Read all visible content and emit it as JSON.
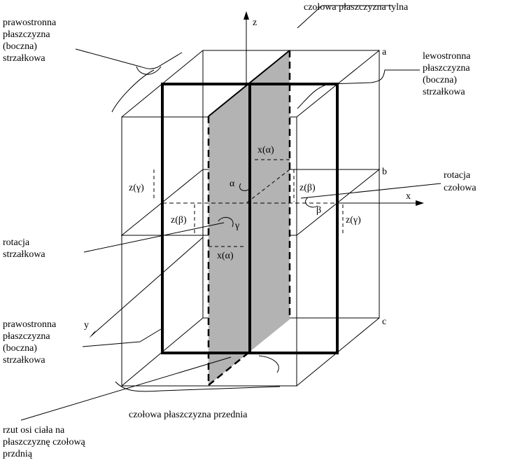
{
  "labels": {
    "frontal_back": "czołowa płaszczyzna tylna",
    "right_sagittal_top": [
      "prawostronna",
      "płaszczyzna",
      "(boczna)",
      "strzałkowa"
    ],
    "left_sagittal": [
      "lewostronna",
      "płaszczyzna",
      "(boczna)",
      "strzałkowa"
    ],
    "frontal_rotation": [
      "rotacja",
      "czołowa"
    ],
    "sagittal_rotation": [
      "rotacja",
      "strzałkowa"
    ],
    "right_sagittal_bottom": [
      "prawostronna",
      "płaszczyzna",
      "(boczna)",
      "strzałkowa"
    ],
    "frontal_front": "czołowa płaszczyzna przednia",
    "projection": [
      "rzut osi ciała na",
      "płaszczyznę czołową",
      "przdnią"
    ]
  },
  "axes": {
    "x": "x",
    "y": "y",
    "z": "z"
  },
  "points": {
    "a": "a",
    "b": "b",
    "c": "c"
  },
  "measures": {
    "x_alpha_upper": "x(α)",
    "x_alpha_lower": "x(α)",
    "z_gamma_left": "z(γ)",
    "z_gamma_right": "z(γ)",
    "z_beta_left": "z(β)",
    "z_beta_right": "z(β)"
  },
  "angles": {
    "alpha": "α",
    "beta": "β",
    "gamma": "γ"
  }
}
